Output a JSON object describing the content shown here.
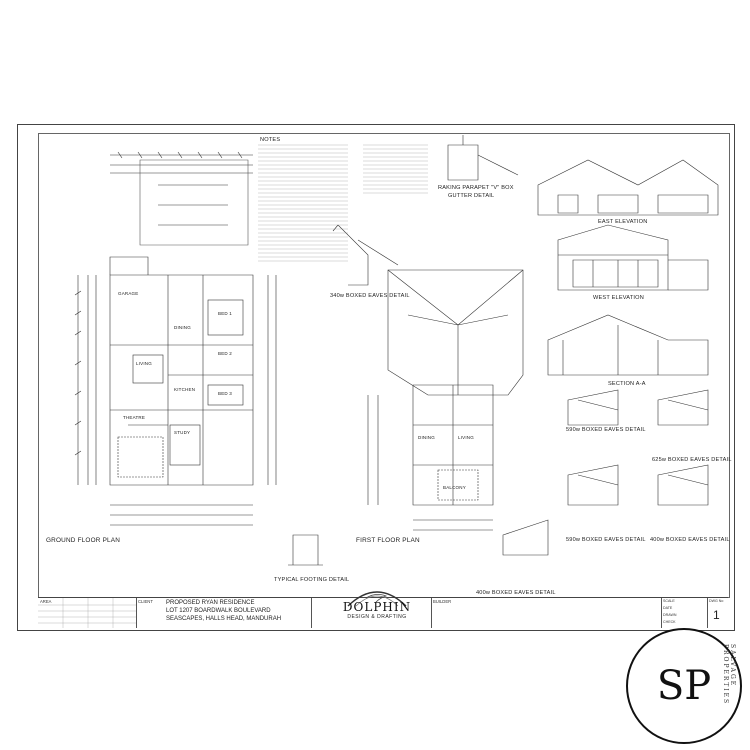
{
  "sheet": {
    "notes_title": "NOTES",
    "ground_floor_plan": "GROUND FLOOR PLAN",
    "first_floor_plan": "FIRST FLOOR PLAN",
    "typical_footing": "TYPICAL FOOTING DETAIL",
    "eaves_340": "340w BOXED EAVES DETAIL",
    "eaves_400_lower": "400w BOXED EAVES DETAIL",
    "raking_parapet": "RAKING PARAPET \"V\" BOX",
    "gutter_detail": "GUTTER DETAIL",
    "east_elevation": "EAST ELEVATION",
    "west_elevation": "WEST ELEVATION",
    "section": "SECTION A-A",
    "eaves_590_a": "590w BOXED EAVES DETAIL",
    "eaves_625": "625w BOXED EAVES DETAIL",
    "eaves_590_b": "590w BOXED EAVES DETAIL",
    "eaves_400_right": "400w BOXED EAVES DETAIL"
  },
  "rooms": {
    "garage": "GARAGE",
    "living": "LIVING",
    "dining": "DINING",
    "kitchen": "KITCHEN",
    "bed1": "BED 1",
    "bed2": "BED 2",
    "bed3": "BED 3",
    "study": "STUDY",
    "theatre": "THEATRE",
    "living_first": "LIVING",
    "dining_first": "DINING",
    "balcony": "BALCONY"
  },
  "title_block": {
    "area_label": "AREA",
    "client_label": "CLIENT",
    "client_line1": "PROPOSED RYAN RESIDENCE",
    "client_line2": "LOT 1207 BOARDWALK BOULEVARD",
    "client_line3": "SEASCAPES, HALLS HEAD, MANDURAH",
    "builder_label": "BUILDER",
    "logo_name": "DOLPHIN",
    "logo_sub": "DESIGN & DRAFTING",
    "scale_label": "SCALE",
    "date_label": "DATE",
    "drawn_label": "DRAWN",
    "check_label": "CHECK",
    "dwg_label": "DWG No",
    "dwg_no": "1"
  },
  "seal": {
    "monogram": "SP",
    "ring_text": "SALVAGE PROPERTIES"
  }
}
